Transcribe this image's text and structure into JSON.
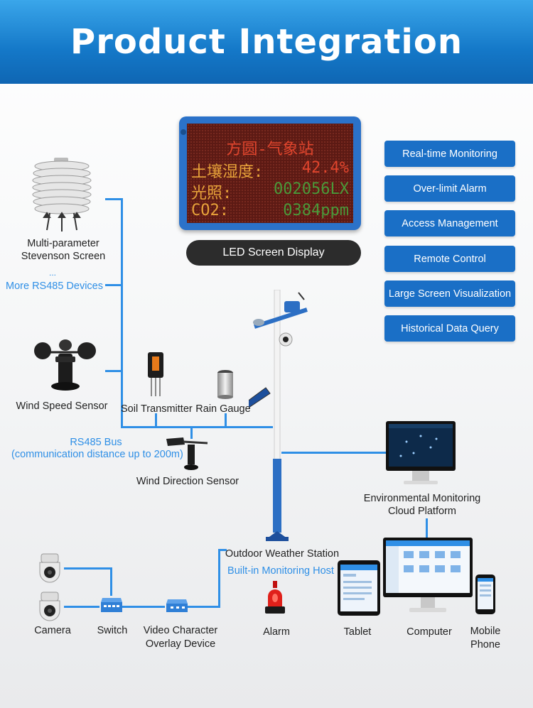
{
  "header": {
    "title": "Product Integration"
  },
  "led_display": {
    "row1": "方圆-气象站",
    "row2_label": "土壤湿度:",
    "row2_value": "42.4%",
    "row3_label": "光照:",
    "row3_value": "002056LX",
    "row4_label": "CO2:",
    "row4_value": "0384ppm",
    "caption": "LED Screen Display"
  },
  "features": [
    "Real-time Monitoring",
    "Over-limit Alarm",
    "Access Management",
    "Remote Control",
    "Large Screen Visualization",
    "Historical Data Query"
  ],
  "devices": {
    "stevenson_line1": "Multi-parameter",
    "stevenson_line2": "Stevenson Screen",
    "ellipsis": "...",
    "more_devices": "More RS485 Devices",
    "wind_speed": "Wind Speed Sensor",
    "soil": "Soil Transmitter",
    "rain": "Rain Gauge",
    "rs485_line1": "RS485 Bus",
    "rs485_line2": "(communication distance up to 200m)",
    "wind_direction": "Wind Direction Sensor",
    "cloud_line1": "Environmental Monitoring",
    "cloud_line2": "Cloud Platform",
    "outdoor_station": "Outdoor Weather Station",
    "host": "Built-in Monitoring Host",
    "camera": "Camera",
    "switch": "Switch",
    "overlay_line1": "Video Character",
    "overlay_line2": "Overlay Device",
    "alarm": "Alarm",
    "tablet": "Tablet",
    "computer": "Computer",
    "phone_line1": "Mobile",
    "phone_line2": "Phone"
  },
  "colors": {
    "accent": "#2f8fe6",
    "button": "#1a6fc6",
    "led_text_red": "#e0452d",
    "led_text_orange": "#e8a33a",
    "led_text_green": "#4a9a3a"
  }
}
